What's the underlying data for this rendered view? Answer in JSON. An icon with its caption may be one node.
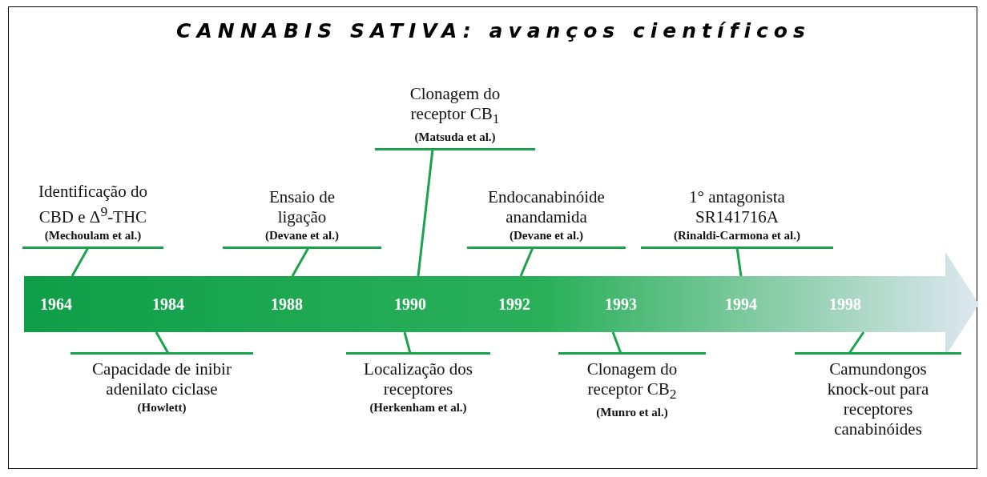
{
  "diagram": {
    "title": "CANNABIS SATIVA: avanços científicos",
    "nodes": [
      {
        "text": [],
        "shape": "arrow"
      },
      {
        "text": [
          "1964"
        ],
        "in": 0
      },
      {
        "text": [
          "1984"
        ],
        "in": 0
      },
      {
        "text": [
          "1988"
        ],
        "in": 0
      },
      {
        "text": [
          "1990"
        ],
        "in": 0
      },
      {
        "text": [
          "1992"
        ],
        "in": 0
      },
      {
        "text": [
          "1993"
        ],
        "in": 0
      },
      {
        "text": [
          "1994"
        ],
        "in": 0
      },
      {
        "text": [
          "1998"
        ],
        "in": 0
      },
      {
        "text": [
          "Identificação do CBD e Δ$^{9}$-THC",
          "(Mechoulam et al.)"
        ]
      },
      {
        "text": [
          "Capacidade de inibir adenilato ciclase",
          "(Howlett)"
        ]
      },
      {
        "text": [
          "Ensaio de ligação",
          "(Devane et al.)"
        ]
      },
      {
        "text": [
          "Clonagem do receptor CB$_{1}$",
          "(Matsuda et al.)"
        ]
      },
      {
        "text": [
          "Localização dos receptores",
          "(Herkenham et al.)"
        ]
      },
      {
        "text": [
          "Endocanabinóide anandamida",
          "(Devane et al.)"
        ]
      },
      {
        "text": [
          "Clonagem do receptor CB$_{2}$",
          "(Munro et al.)"
        ]
      },
      {
        "text": [
          "1° antagonista SR141716A",
          "(Rinaldi-Carmona et al.)"
        ]
      },
      {
        "text": [
          "Camundongos knock-out para receptores canabinóides"
        ]
      }
    ],
    "edges": [
      {
        "from": 9,
        "to": 1,
        "arrow": "none"
      },
      {
        "from": 10,
        "to": 2,
        "arrow": "none"
      },
      {
        "from": 11,
        "to": 3,
        "arrow": "none"
      },
      {
        "from": 12,
        "to": 4,
        "arrow": "none"
      },
      {
        "from": 13,
        "to": 4,
        "arrow": "none"
      },
      {
        "from": 14,
        "to": 5,
        "arrow": "none"
      },
      {
        "from": 15,
        "to": 6,
        "arrow": "none"
      },
      {
        "from": 16,
        "to": 7,
        "arrow": "none"
      },
      {
        "from": 17,
        "to": 8,
        "arrow": "none"
      }
    ]
  }
}
